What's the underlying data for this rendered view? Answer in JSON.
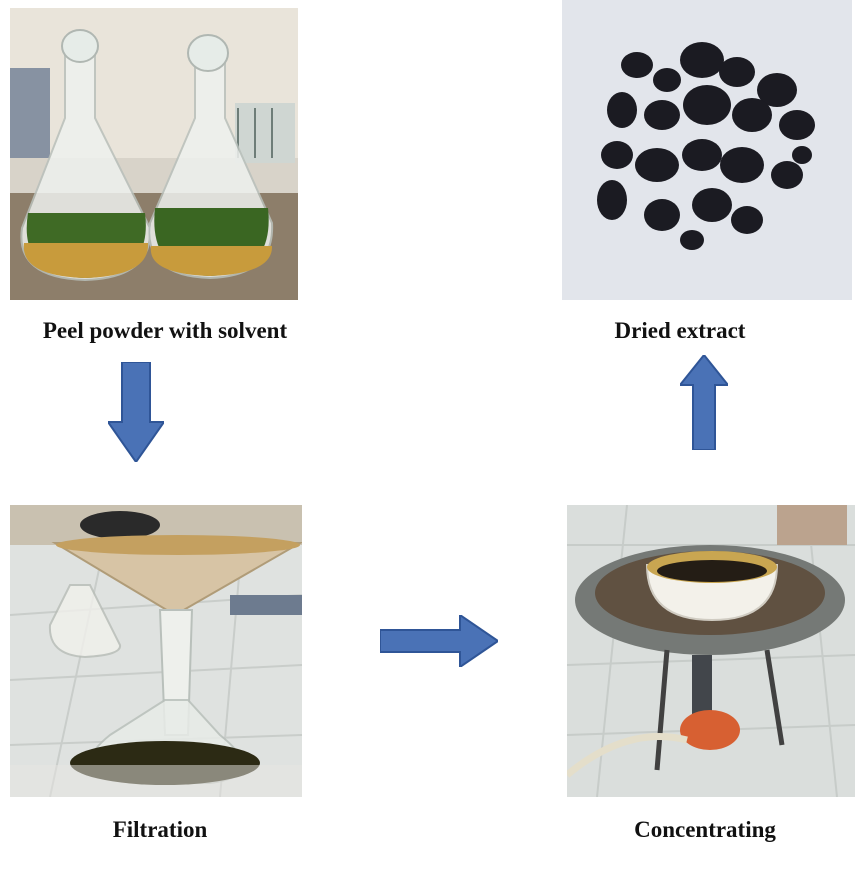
{
  "steps": [
    {
      "label": "Peel powder with solvent",
      "photo": "flasks-with-solvent"
    },
    {
      "label": "Filtration",
      "photo": "funnel-filtration"
    },
    {
      "label": "Concentrating",
      "photo": "bowl-on-burner"
    },
    {
      "label": "Dried extract",
      "photo": "dark-extract-granules"
    }
  ],
  "colors": {
    "arrow_fill": "#4a72b6",
    "arrow_stroke": "#2f5597",
    "text": "#111111"
  }
}
